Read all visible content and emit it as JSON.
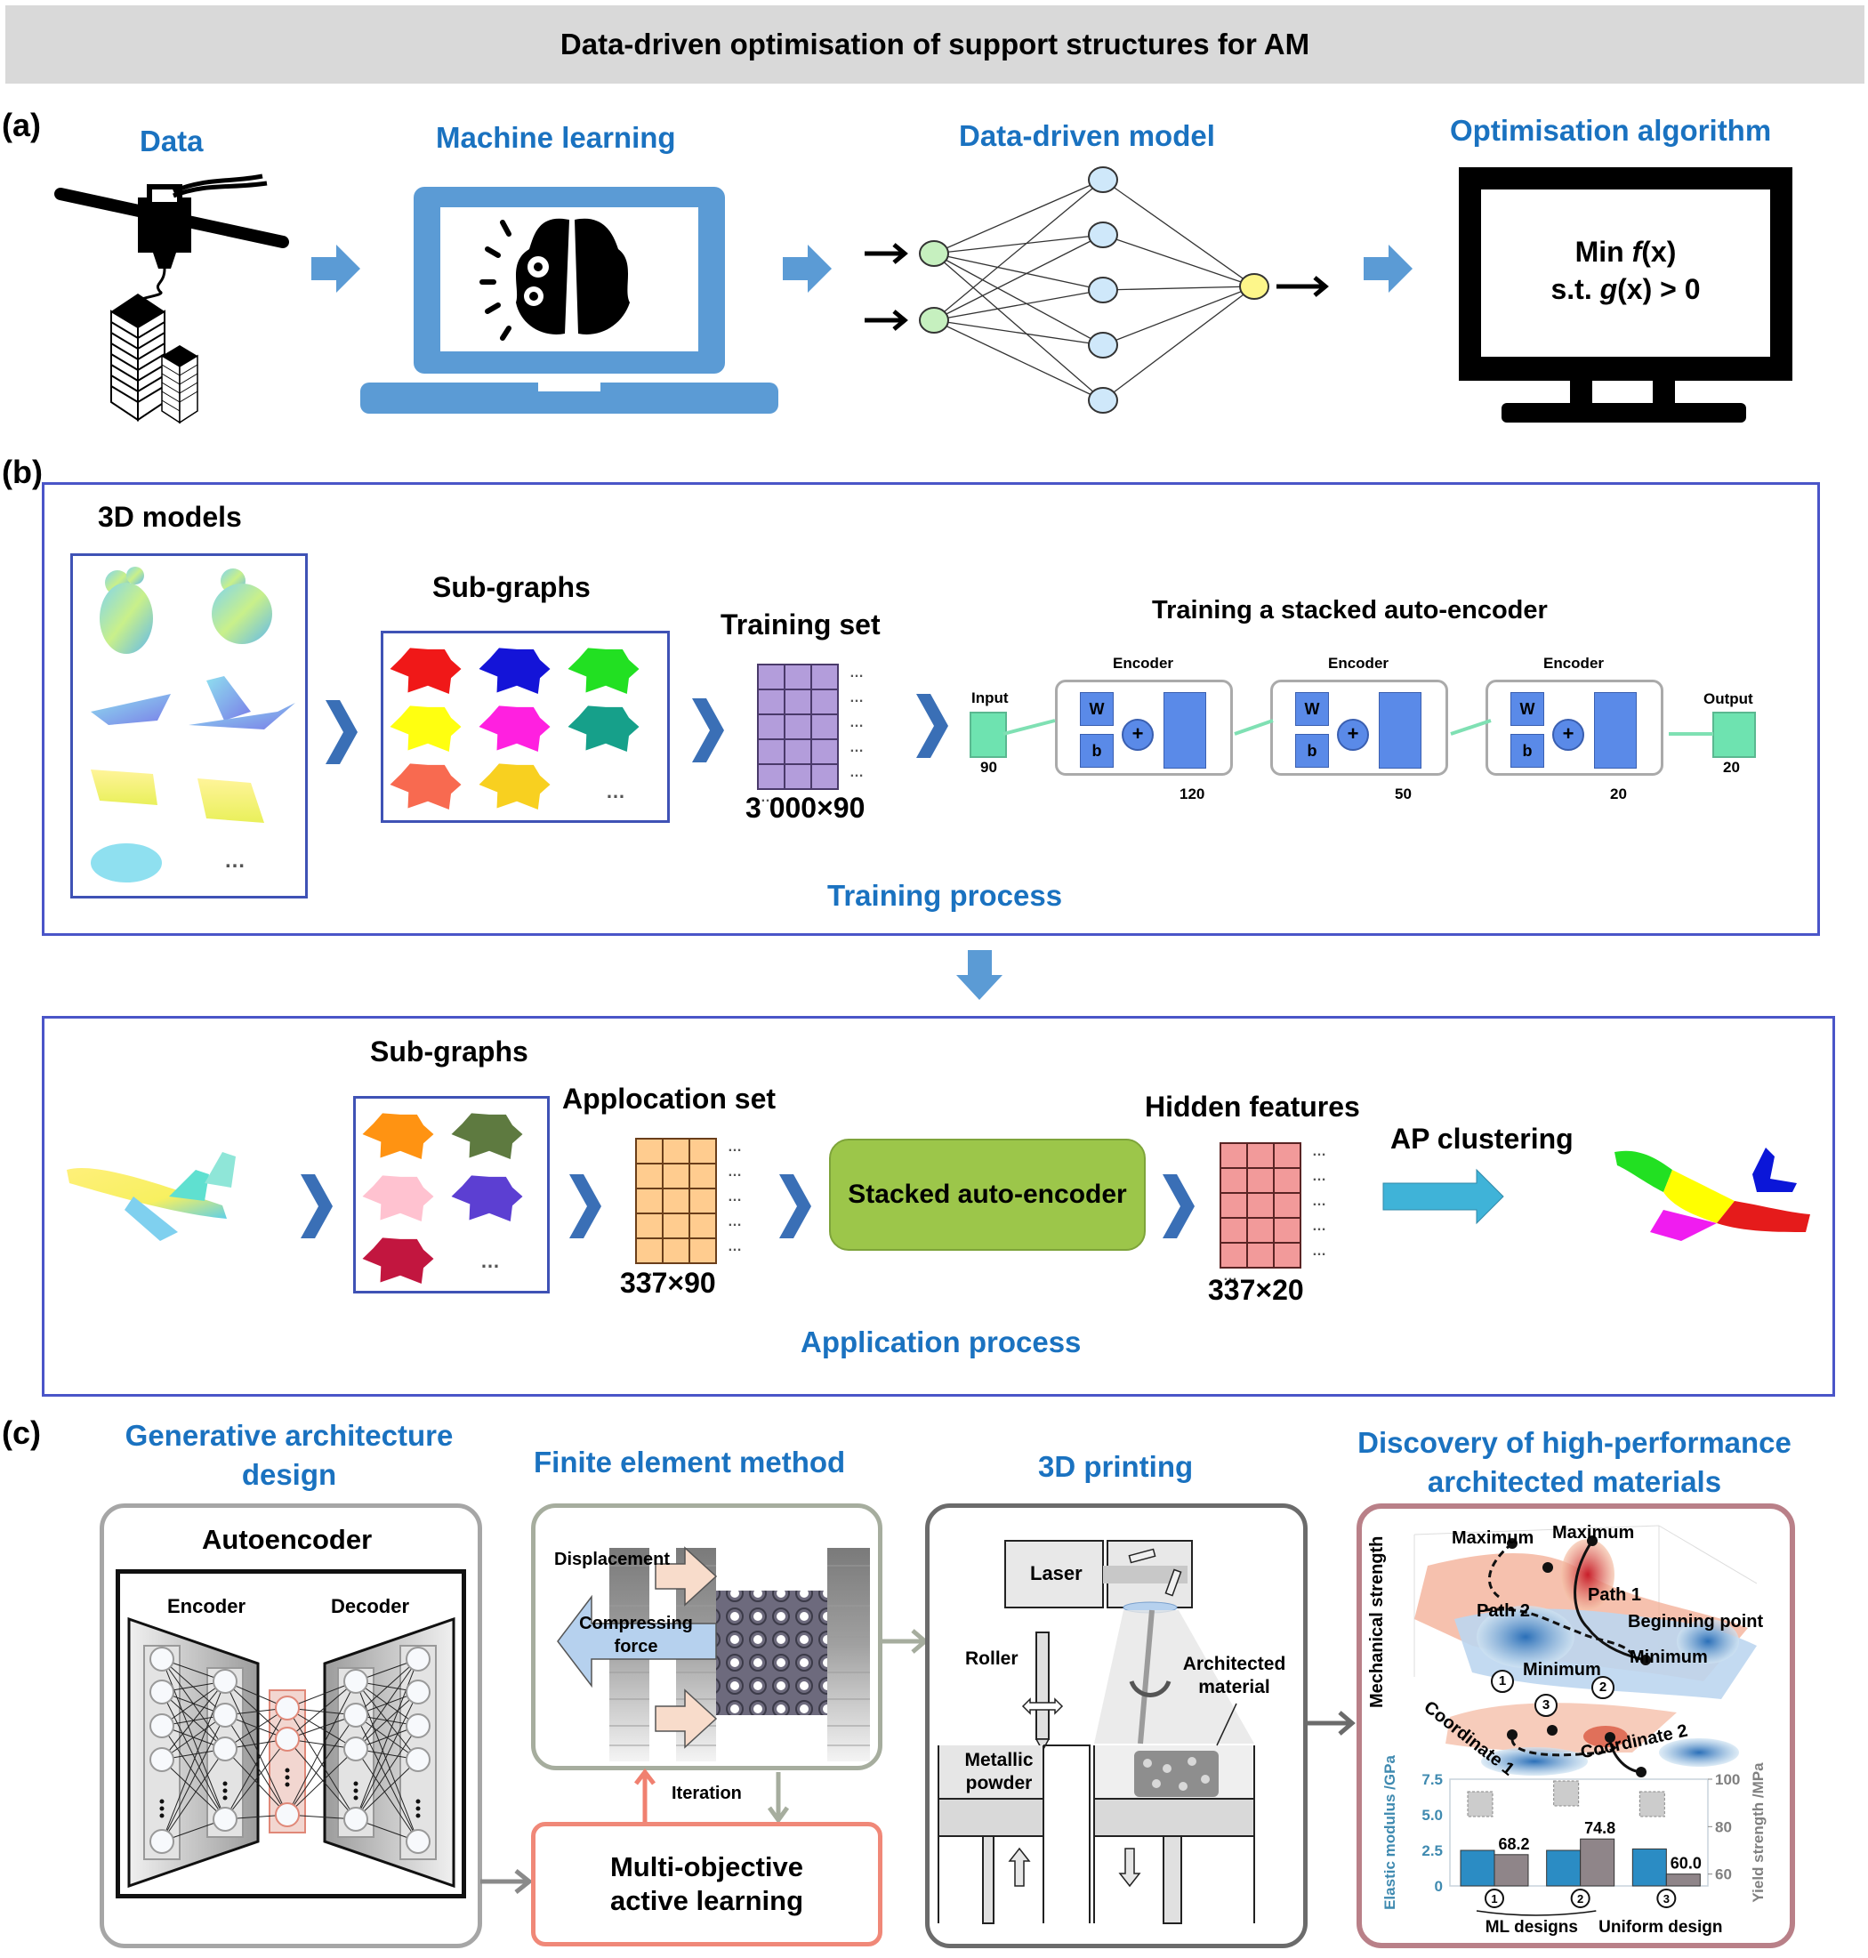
{
  "title": "Data-driven optimisation of support structures for AM",
  "panel_a": {
    "label": "(a)",
    "steps": [
      {
        "heading": "Data",
        "icon": "3d-printer-buildings-icon"
      },
      {
        "heading": "Machine learning",
        "icon": "laptop-brain-gears-icon"
      },
      {
        "heading": "Data-driven model",
        "icon": "neural-network-icon"
      },
      {
        "heading": "Optimisation algorithm",
        "icon": "monitor-icon"
      }
    ],
    "formula_line1_prefix": "Min ",
    "formula_line1_fn": "f",
    "formula_line1_arg": "(x)",
    "formula_line2_prefix": "s.t. ",
    "formula_line2_fn": "g",
    "formula_line2_arg": "(x) > 0",
    "network": {
      "inputs": 2,
      "hidden": 5,
      "outputs": 1
    }
  },
  "panel_b": {
    "label": "(b)",
    "training": {
      "models_label": "3D models",
      "models_ellipsis": "…",
      "subgraphs_label": "Sub-graphs",
      "subgraphs_ellipsis": "…",
      "training_set_label": "Training set",
      "training_set_size": "3 000×90",
      "sae_title": "Training a stacked auto-encoder",
      "input_label": "Input",
      "input_size": "90",
      "output_label": "Output",
      "output_size": "20",
      "encoders": [
        {
          "label": "Encoder",
          "w": "W",
          "b": "b",
          "size": "120"
        },
        {
          "label": "Encoder",
          "w": "W",
          "b": "b",
          "size": "50"
        },
        {
          "label": "Encoder",
          "w": "W",
          "b": "b",
          "size": "20"
        }
      ],
      "process_label": "Training process"
    },
    "application": {
      "subgraphs_label": "Sub-graphs",
      "subgraphs_ellipsis": "…",
      "application_set_label": "Applocation set",
      "application_set_size": "337×90",
      "sae_box_label": "Stacked auto-encoder",
      "hidden_label": "Hidden features",
      "hidden_size": "337×20",
      "clustering_label": "AP clustering",
      "process_label": "Application process"
    }
  },
  "panel_c": {
    "label": "(c)",
    "headings": {
      "generative": "Generative architecture design",
      "fem": "Finite element method",
      "printing": "3D printing",
      "discovery": "Discovery of high-performance architected materials"
    },
    "autoencoder": {
      "title": "Autoencoder",
      "encoder": "Encoder",
      "decoder": "Decoder"
    },
    "fem": {
      "displacement": "Displacement",
      "compressing_line1": "Compressing",
      "compressing_line2": "force"
    },
    "iteration": "Iteration",
    "active_learning_line1": "Multi-objective",
    "active_learning_line2": "active learning",
    "printing": {
      "laser": "Laser",
      "roller": "Roller",
      "powder_line1": "Metallic",
      "powder_line2": "powder",
      "material_line1": "Architected",
      "material_line2": "material"
    },
    "landscape": {
      "y_axis": "Mechanical strength",
      "x_axis_1": "Coordinate 1",
      "x_axis_2": "Coordinate 2",
      "max1": "Maximum",
      "max2": "Maximum",
      "path1": "Path 1",
      "path2": "Path 2",
      "beginning": "Beginning point",
      "min1": "Minimum",
      "min2": "Minimum",
      "markers": [
        "1",
        "2",
        "3"
      ]
    }
  },
  "chart_data": {
    "type": "bar",
    "title": "",
    "categories": [
      "1",
      "2",
      "3"
    ],
    "category_groups": [
      {
        "label": "ML designs",
        "members": [
          "1",
          "2"
        ]
      },
      {
        "label": "Uniform design",
        "members": [
          "3"
        ]
      }
    ],
    "series": [
      {
        "name": "Elastic modulus /GPa",
        "axis": "left",
        "color": "#2b8cc4",
        "values": [
          2.5,
          2.5,
          2.6
        ]
      },
      {
        "name": "Yield strength /MPa",
        "axis": "right",
        "color": "#8f8589",
        "values": [
          68.2,
          74.8,
          60.0
        ]
      }
    ],
    "data_labels": [
      "68.2",
      "74.8",
      "60.0"
    ],
    "ylabel": "Elastic modulus /GPa",
    "ylabel_right": "Yield strength /MPa",
    "ylim": [
      0,
      7.5
    ],
    "ylim_right": [
      55,
      100
    ],
    "yticks": [
      "0",
      "2.5",
      "5.0",
      "7.5"
    ],
    "yticks_right": [
      "60",
      "80",
      "100"
    ],
    "grid": false
  }
}
